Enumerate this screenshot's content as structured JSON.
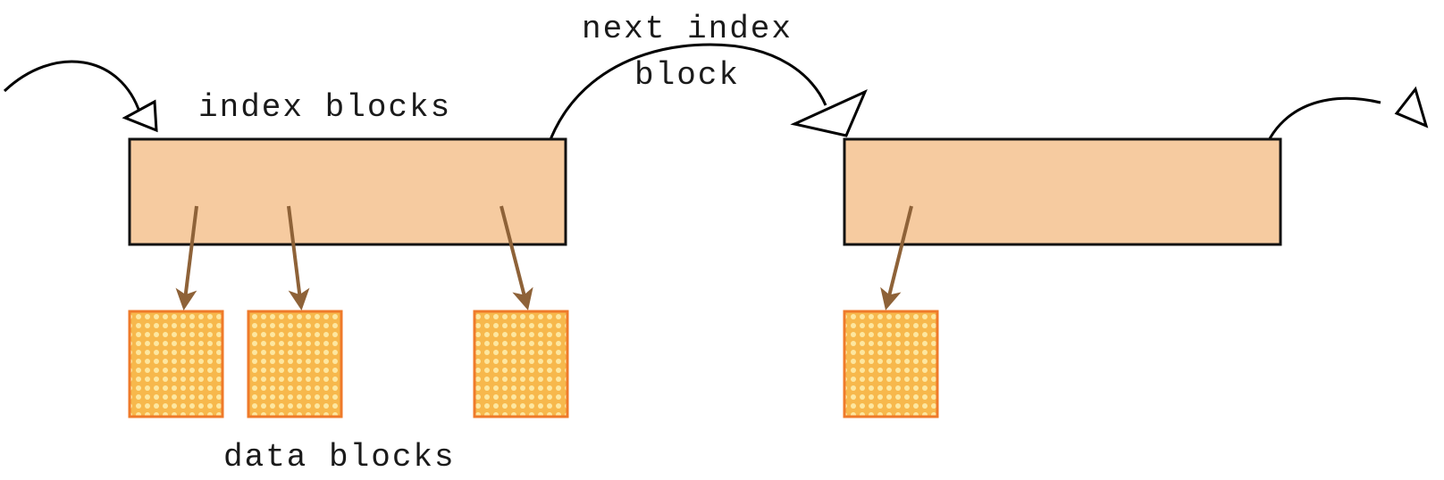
{
  "labels": {
    "index_blocks": "index blocks",
    "next_index_line1": "next index",
    "next_index_line2": "block",
    "data_blocks": "data blocks"
  },
  "colors": {
    "index_block_fill": "#f6cba0",
    "index_block_stroke": "#111111",
    "data_block_fill": "#f7b84c",
    "data_block_dots": "#fde7a0",
    "data_block_stroke": "#ef7a2a",
    "pointer_arrow": "#8e6238",
    "link_arrow": "#000000"
  }
}
